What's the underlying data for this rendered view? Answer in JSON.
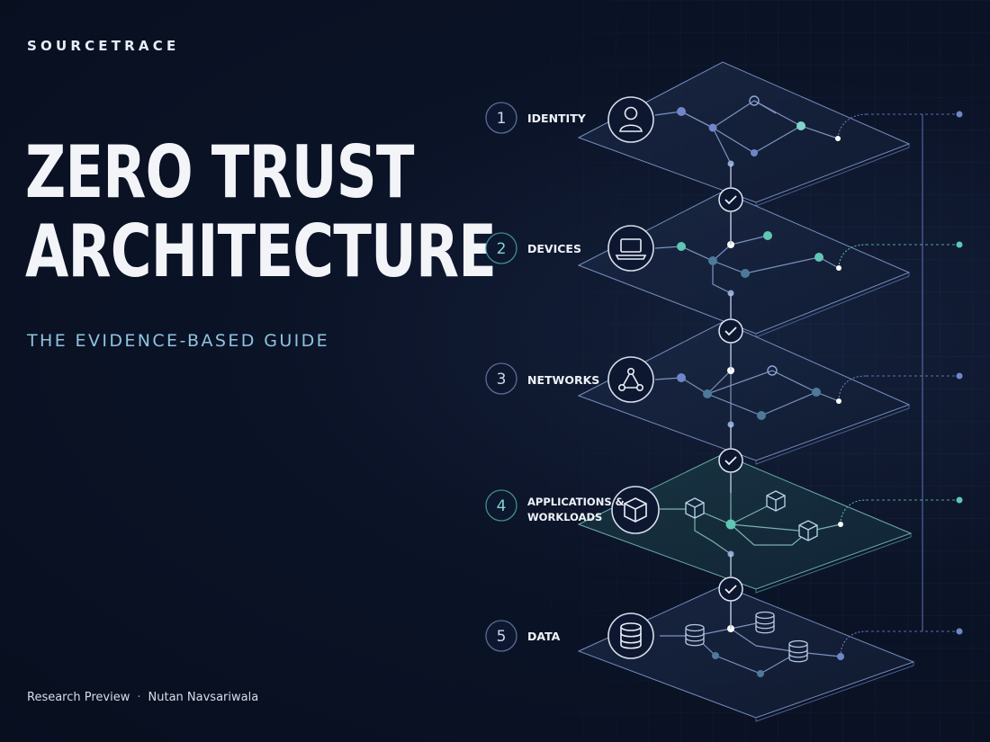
{
  "brand": "SOURCETRACE",
  "title_lines": [
    "ZERO TRUST",
    "ARCHITECTURE"
  ],
  "subtitle": "THE EVIDENCE-BASED GUIDE",
  "footer": {
    "label": "Research Preview",
    "separator": "·",
    "author": "Nutan Navsariwala"
  },
  "layers": [
    {
      "number": "1",
      "label_lines": [
        "IDENTITY"
      ],
      "icon": "user-icon"
    },
    {
      "number": "2",
      "label_lines": [
        "DEVICES"
      ],
      "icon": "laptop-icon"
    },
    {
      "number": "3",
      "label_lines": [
        "NETWORKS"
      ],
      "icon": "network-icon"
    },
    {
      "number": "4",
      "label_lines": [
        "APPLICATIONS &",
        "WORKLOADS"
      ],
      "icon": "cube-icon"
    },
    {
      "number": "5",
      "label_lines": [
        "DATA"
      ],
      "icon": "database-icon"
    }
  ],
  "colors": {
    "teal": "#5fc7b4",
    "blue": "#6f86c9",
    "background": "#0b1327"
  }
}
